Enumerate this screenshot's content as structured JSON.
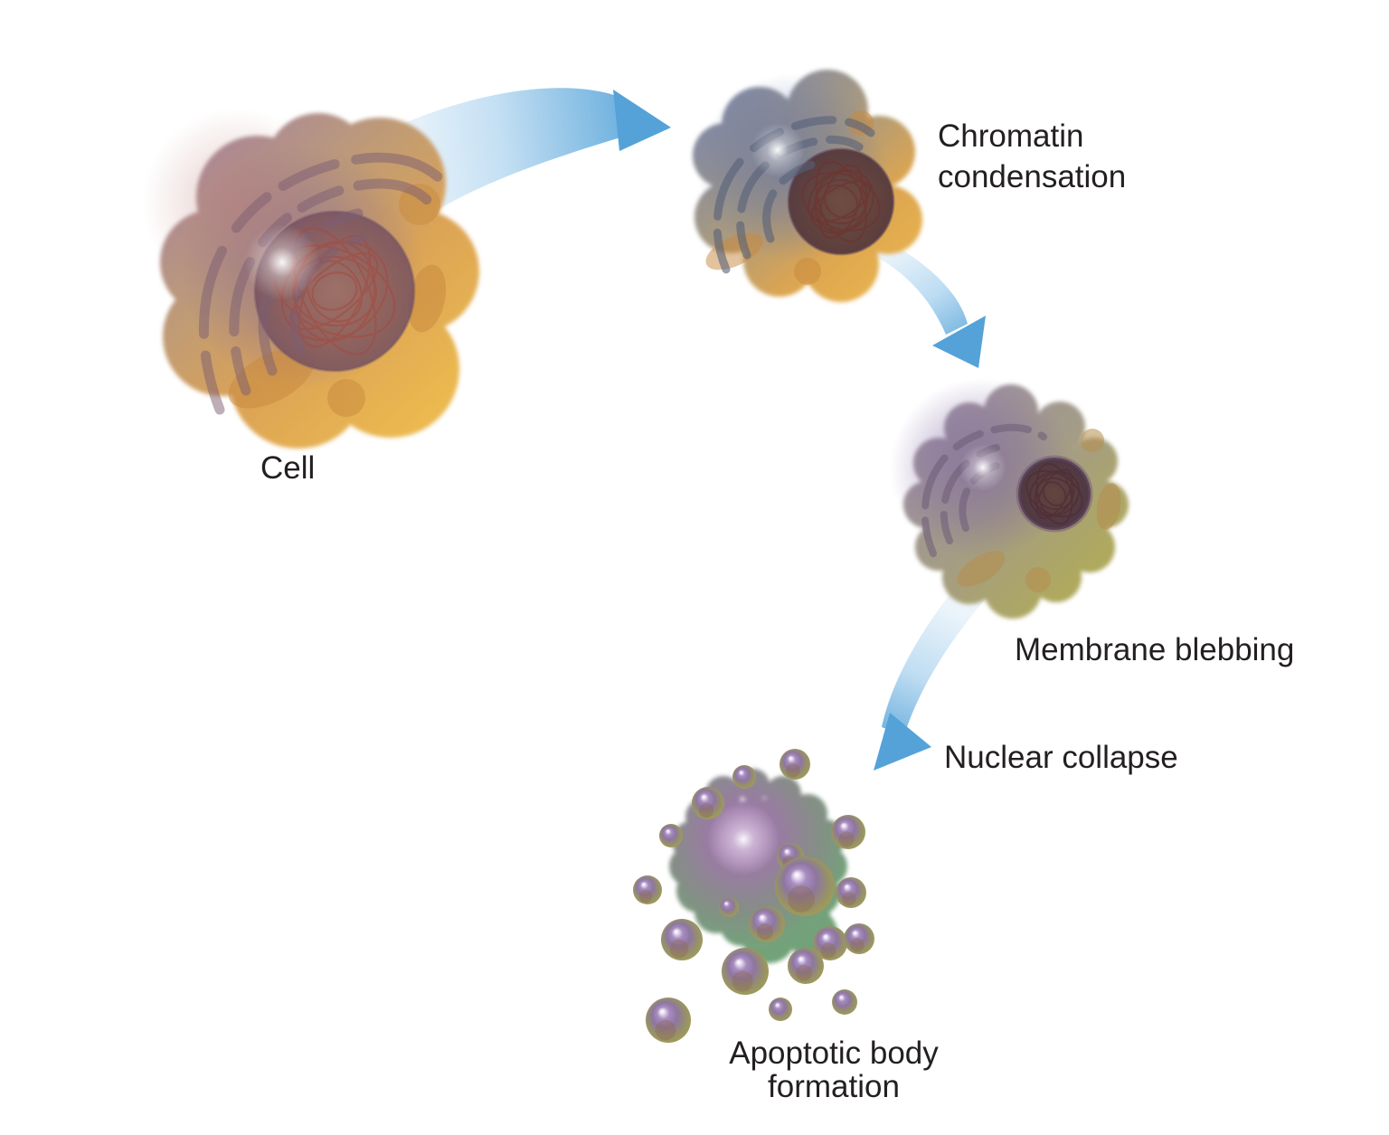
{
  "stages": [
    {
      "id": "cell",
      "label": "Cell"
    },
    {
      "id": "chromatin-condensation",
      "label": "Chromatin condensation",
      "label_lines": [
        "Chromatin",
        "condensation"
      ]
    },
    {
      "id": "membrane-blebbing",
      "label": "Membrane blebbing"
    },
    {
      "id": "nuclear-collapse",
      "label": "Nuclear collapse"
    },
    {
      "id": "apoptotic-body-formation",
      "label": "Apoptotic body formation",
      "label_lines": [
        "Apoptotic body",
        "formation"
      ]
    }
  ],
  "arrows": [
    {
      "icon": "curved-arrow",
      "from": "cell",
      "to": "chromatin-condensation"
    },
    {
      "icon": "curved-arrow",
      "from": "chromatin-condensation",
      "to": "membrane-blebbing"
    },
    {
      "icon": "curved-arrow",
      "from": "membrane-blebbing",
      "to": "apoptotic-body-formation"
    }
  ],
  "colors": {
    "background": "#FFFFFF",
    "text": "#231F20",
    "arrow_blue": "#4E9FD6",
    "arrow_light": "#EDF5FB",
    "cell_orange": "#E2A64C",
    "cell_mauve": "#A98B98",
    "cell2_blue_gray": "#7E88A6",
    "cell3_purple": "#9C8EA7",
    "cell3_olive": "#B1AC55",
    "nucleus_dark": "#5A3C40",
    "chromatin_red": "#A64840",
    "body_purple": "#8E76A0",
    "body_olive": "#A7A44F",
    "mass_green": "#70A476"
  }
}
